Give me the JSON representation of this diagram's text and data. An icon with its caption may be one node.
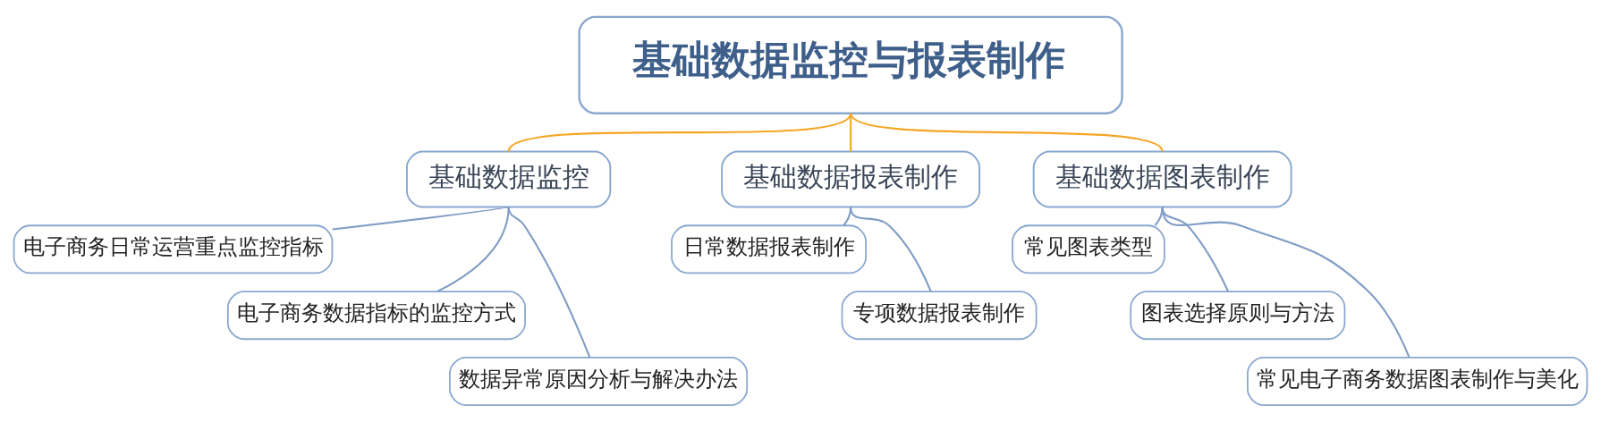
{
  "diagram": {
    "nodes": [
      {
        "text": [
          "基础数据监控与报表制作"
        ]
      },
      {
        "text": [
          "基础数据监控"
        ]
      },
      {
        "text": [
          "电子商务日常运营重点监控指标"
        ]
      },
      {
        "text": [
          "电子商务数据指标的监控方式"
        ]
      },
      {
        "text": [
          "数据异常原因分析与解决办法"
        ]
      },
      {
        "text": [
          "基础数据报表制作"
        ]
      },
      {
        "text": [
          "日常数据报表制作"
        ]
      },
      {
        "text": [
          "专项数据报表制作"
        ]
      },
      {
        "text": [
          "基础数据图表制作"
        ]
      },
      {
        "text": [
          "常见图表类型"
        ]
      },
      {
        "text": [
          "图表选择原则与方法"
        ]
      },
      {
        "text": [
          "常见电子商务数据图表制作与美化"
        ]
      }
    ],
    "edges": [
      {
        "from": 0,
        "to": 1,
        "arrow": "none",
        "color": "#f5a623"
      },
      {
        "from": 0,
        "to": 5,
        "arrow": "none",
        "color": "#f5a623"
      },
      {
        "from": 0,
        "to": 8,
        "arrow": "none",
        "color": "#f5a623"
      },
      {
        "from": 1,
        "to": 2,
        "arrow": "none"
      },
      {
        "from": 1,
        "to": 3,
        "arrow": "none"
      },
      {
        "from": 1,
        "to": 4,
        "arrow": "none"
      },
      {
        "from": 5,
        "to": 6,
        "arrow": "none"
      },
      {
        "from": 5,
        "to": 7,
        "arrow": "none"
      },
      {
        "from": 8,
        "to": 9,
        "arrow": "none"
      },
      {
        "from": 8,
        "to": 10,
        "arrow": "none"
      },
      {
        "from": 8,
        "to": 11,
        "arrow": "none"
      }
    ]
  }
}
